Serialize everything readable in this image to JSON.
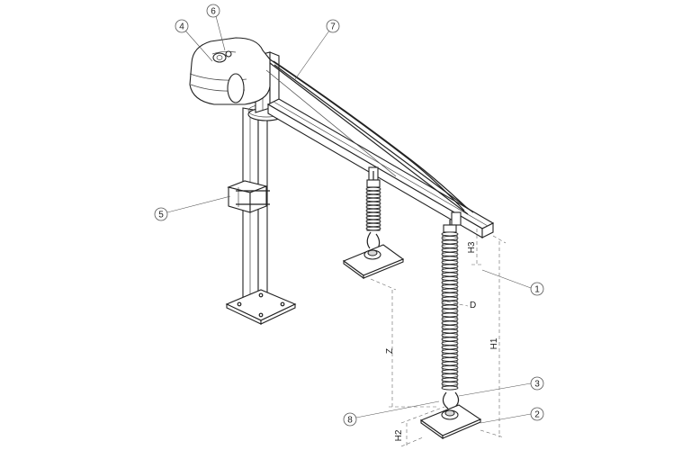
{
  "callouts": {
    "c1": "1",
    "c2": "2",
    "c3": "3",
    "c4": "4",
    "c5": "5",
    "c6": "6",
    "c7": "7",
    "c8": "8"
  },
  "dimensions": {
    "z": "Z",
    "h1": "H1",
    "h2": "H2",
    "h3": "H3",
    "d": "D"
  }
}
